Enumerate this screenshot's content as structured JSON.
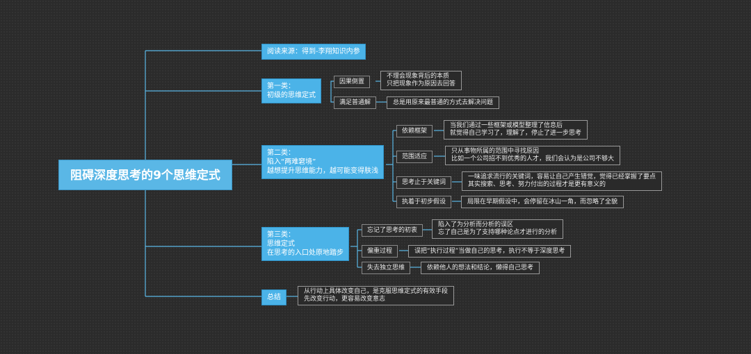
{
  "root": "阻碍深度思考的9个思维定式",
  "source": "阅读来源：得到-李翔知识内参",
  "cat1": {
    "lines": [
      "第一类：",
      "初级的思维定式"
    ],
    "subs": [
      {
        "label": "因果倒置",
        "leaf": [
          "不理会现象背后的本质",
          "只把现象作为原因去回答"
        ]
      },
      {
        "label": "满足普通解",
        "leaf": [
          "总是用原来最普通的方式去解决问题"
        ]
      }
    ]
  },
  "cat2": {
    "lines": [
      "第二类：",
      "陷入“两难窘境”",
      "越想提升思维能力，越可能变得肤浅"
    ],
    "subs": [
      {
        "label": "依赖框架",
        "leaf": [
          "当我们通过一些框架或模型整理了信息后",
          "就觉得自己学习了，理解了，停止了进一步思考"
        ]
      },
      {
        "label": "范围适应",
        "leaf": [
          "只从事物所属的范围中寻找原因",
          "比如一个公司招不到优秀的人才，我们会认为是公司不够大"
        ]
      },
      {
        "label": "思考止于关键词",
        "leaf": [
          "一味追求流行的关键词，容易让自己产生错觉，觉得已经掌握了要点",
          "其实搜索、思考、努力付出的过程才是更有意义的"
        ]
      },
      {
        "label": "执着于初步假设",
        "leaf": [
          "局限在早期假设中，会停留在冰山一角，而忽略了全貌"
        ]
      }
    ]
  },
  "cat3": {
    "lines": [
      "第三类：",
      "思维定式",
      "在思考的入口处原地踏步"
    ],
    "subs": [
      {
        "label": "忘记了思考的初衷",
        "leaf": [
          "陷入了为分析而分析的误区",
          "忘了自己是为了支持哪种论点才进行的分析"
        ]
      },
      {
        "label": "偏重过程",
        "leaf": [
          "误把“执行过程”当做自己的思考，执行不等于深度思考"
        ]
      },
      {
        "label": "失去独立思维",
        "leaf": [
          "依赖他人的想法和结论，懒得自己思考"
        ]
      }
    ]
  },
  "summary": {
    "label": "总结",
    "leaf": [
      "从行动上具体改变自己，是克服思维定式的有效手段",
      "先改变行动，更容易改变意志"
    ]
  },
  "colors": {
    "background": "#2b2b2b",
    "node_fill": "#4bb3e8",
    "connector": "#5ab7e6",
    "leaf_border": "#9a9a9a"
  }
}
